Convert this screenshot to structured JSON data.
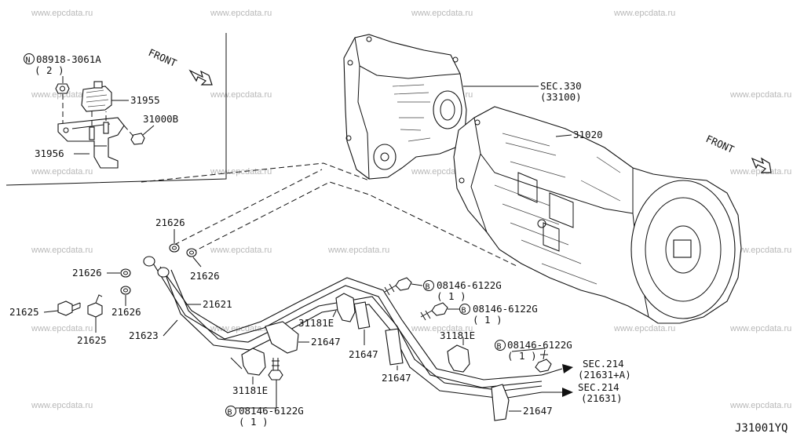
{
  "watermark": "www.epcdata.ru",
  "diagram_code": "J31001YQ",
  "front_label": "FRONT",
  "inset": {
    "nut_callout": "N",
    "nut_part": "08918-3061A",
    "nut_qty": "( 2 )",
    "labels": [
      "31955",
      "31000B",
      "31956"
    ]
  },
  "sec330": {
    "line1": "SEC.330",
    "line2": "(33100)"
  },
  "sec214a": {
    "line1": "SEC.214",
    "line2": "(21631+A)"
  },
  "sec214b": {
    "line1": "SEC.214",
    "line2": "(21631)"
  },
  "transmission_label": "31020",
  "bolt_callout": "B",
  "bolt_part": "08146-6122G",
  "bolt_qty": "( 1 )",
  "parts": {
    "p21626_top": "21626",
    "p21626_left": "21626",
    "p21626_mid": "21626",
    "p21626_low": "21626",
    "p21625_a": "21625",
    "p21625_b": "21625",
    "p21621": "21621",
    "p21623": "21623",
    "p21647_a": "21647",
    "p21647_b": "21647",
    "p21647_c": "21647",
    "p21647_d": "21647",
    "p31181e_a": "31181E",
    "p31181e_b": "31181E",
    "p31181e_c": "31181E"
  }
}
